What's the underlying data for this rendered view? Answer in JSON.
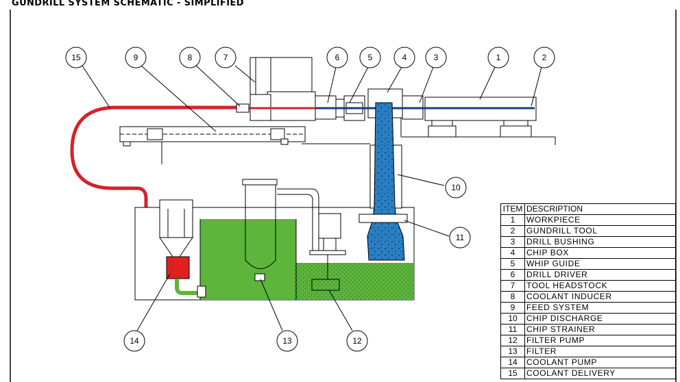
{
  "title": "GUNDRILL SYSTEM SCHEMATIC - SIMPLIFIED",
  "colors": {
    "coolant_delivery": "#d6212b",
    "coolant_tank": "#5db53c",
    "chip_discharge": "#2a7fc4",
    "coolant_pump": "#e02020",
    "line": "#000000"
  },
  "callouts": [
    "15",
    "9",
    "8",
    "7",
    "6",
    "5",
    "4",
    "3",
    "1",
    "2",
    "10",
    "11",
    "14",
    "13",
    "12"
  ],
  "legend": {
    "header_item": "ITEM",
    "header_description": "DESCRIPTION",
    "rows": [
      {
        "item": "1",
        "description": "WORKPIECE"
      },
      {
        "item": "2",
        "description": "GUNDRILL TOOL"
      },
      {
        "item": "3",
        "description": "DRILL BUSHING"
      },
      {
        "item": "4",
        "description": "CHIP BOX"
      },
      {
        "item": "5",
        "description": "WHIP GUIDE"
      },
      {
        "item": "6",
        "description": "DRILL DRIVER"
      },
      {
        "item": "7",
        "description": "TOOL HEADSTOCK"
      },
      {
        "item": "8",
        "description": "COOLANT INDUCER"
      },
      {
        "item": "9",
        "description": "FEED SYSTEM"
      },
      {
        "item": "10",
        "description": "CHIP DISCHARGE"
      },
      {
        "item": "11",
        "description": "CHIP STRAINER"
      },
      {
        "item": "12",
        "description": "FILTER PUMP"
      },
      {
        "item": "13",
        "description": "FILTER"
      },
      {
        "item": "14",
        "description": "COOLANT PUMP"
      },
      {
        "item": "15",
        "description": "COOLANT DELIVERY"
      }
    ]
  }
}
